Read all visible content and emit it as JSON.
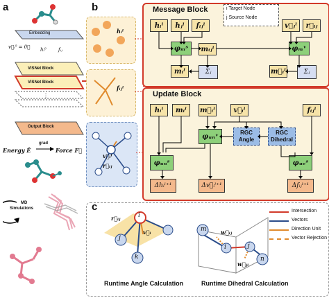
{
  "panel_a": {
    "letter": "a",
    "embedding": "Embedding",
    "v_init": "v⃗ᵢ⁰ = 0⃗",
    "h_init": "hᵢ⁰",
    "f_init": "fᵢⱼ",
    "visnet_block_1": "ViSNet Block",
    "visnet_block_2": "ViSNet Block",
    "ellipsis": "⋮",
    "output_block": "Output Block",
    "energy": "Energy Ê",
    "grad": "grad",
    "force": "Force F⃗",
    "md_label_1": "MD",
    "md_label_2": "Simulations"
  },
  "panel_b": {
    "letter": "b",
    "node_label": "hᵢˡ",
    "edge_label": "fᵢⱼˡ",
    "vec_label_1": "v⃗ᵢˡ",
    "vec_label_2": "r⃗ᵢⱼ",
    "message": {
      "title": "Message Block",
      "legend_i": "i  Target Node",
      "legend_j": "j  Source Node",
      "hi": "hᵢˡ",
      "hj": "hⱼˡ",
      "fij": "fᵢⱼˡ",
      "vj": "v⃗ⱼˡ",
      "rij": "r⃗ᵢⱼ",
      "phi_s": "φₘˢ",
      "m_ij": "mᵢⱼˡ",
      "phi_v": "φₘᵛ",
      "m_i": "mᵢˡ",
      "sum1": "Σⱼ",
      "vec_mi": "m⃗ᵢˡ",
      "sum2": "Σⱼ"
    },
    "update": {
      "title": "Update Block",
      "hi": "hᵢˡ",
      "mi": "mᵢˡ",
      "vec_mi": "m⃗ᵢˡ",
      "vi": "v⃗ᵢˡ",
      "fij": "fᵢⱼˡ",
      "phi_un_v": "φᵤₙᵛ",
      "rgc_angle": "RGC Angle",
      "rgc_dihedral": "RGC Dihedral",
      "phi_un_s": "φᵤₙˢ",
      "phi_ue_s": "φᵤₑˢ",
      "dh": "Δhᵢˡ⁺¹",
      "dv": "Δv⃗ᵢˡ⁺¹",
      "df": "Δfᵢⱼˡ⁺¹"
    }
  },
  "panel_c": {
    "letter": "c",
    "angle_caption": "Runtime Angle Calculation",
    "dihedral_caption": "Runtime Dihedral Calculation",
    "node_i": "i",
    "node_j": "j",
    "node_k": "k",
    "node_m": "m",
    "node_n": "n",
    "r_ij": "r⃗ᵢⱼ",
    "v_i": "v⃗ᵢ",
    "w_ij": "w⃗ᵢⱼ",
    "w_ji": "w⃗ⱼᵢ",
    "legend": [
      "Intersection",
      "Vectors",
      "Direction Unit",
      "Vector Rejection"
    ]
  },
  "colors": {
    "red": "#d23a2a",
    "yellow_node": "#f6e3a8",
    "green": "#8dd07a",
    "orange": "#f4b98c",
    "blue": "#9bbce6",
    "panel_bg": "#fbf3dc"
  }
}
